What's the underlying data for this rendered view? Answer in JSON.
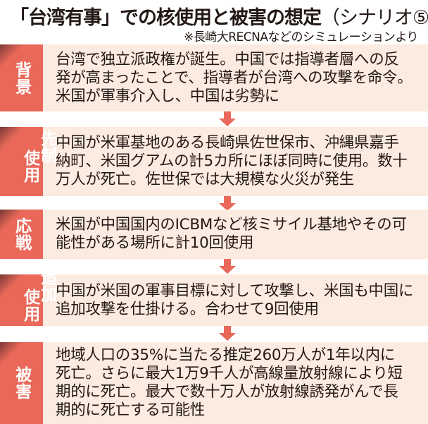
{
  "title": {
    "main": "「台湾有事」での核使用と被害の想定",
    "scenario": "（シナリオ⑤）"
  },
  "subtitle": "※長崎大RECNAなどのシミュレーションより",
  "accent_color": "#e9685a",
  "steps": [
    {
      "label": [
        "背景"
      ],
      "lines": [
        "台湾で独立派政権が誕生。中国では指導者層への反",
        "発が高まったことで、指導者が台湾への攻撃を命令。",
        "米国が軍事介入し、中国は劣勢に"
      ]
    },
    {
      "label": [
        "先制",
        "使用"
      ],
      "lines": [
        "中国が米軍基地のある長崎県佐世保市、沖縄県嘉手",
        "納町、米国グアムの計5カ所にほぼ同時に使用。数十",
        "万人が死亡。佐世保では大規模な火災が発生"
      ]
    },
    {
      "label": [
        "応戦"
      ],
      "lines": [
        "米国が中国国内のICBMなど核ミサイル基地やその可",
        "能性がある場所に計10回使用"
      ]
    },
    {
      "label": [
        "追加",
        "使用"
      ],
      "lines": [
        "中国が米国の軍事目標に対して攻撃し、米国も中国に",
        "追加攻撃を仕掛ける。合わせて9回使用"
      ]
    },
    {
      "label": [
        "被害"
      ],
      "lines": [
        "地域人口の35%に当たる推定260万人が1年以内に",
        "死亡。さらに最大1万9千人が高線量放射線により短",
        "期的に死亡。最大で数十万人が放射線誘発がんで長",
        "期的に死亡する可能性"
      ]
    }
  ]
}
